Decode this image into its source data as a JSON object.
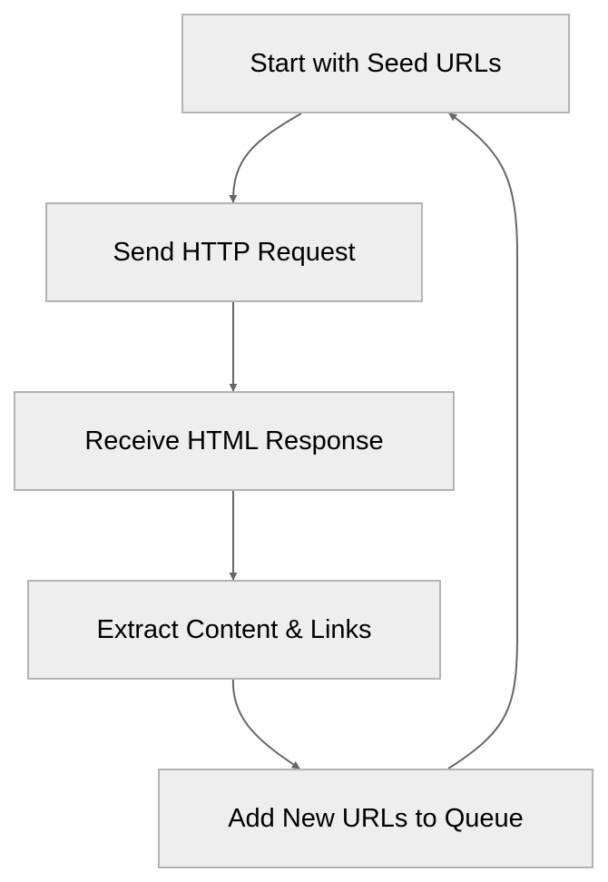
{
  "diagram": {
    "nodes": {
      "start": "Start with Seed URLs",
      "send": "Send HTTP Request",
      "receive": "Receive HTML Response",
      "extract": "Extract Content & Links",
      "add": "Add New URLs to Queue"
    },
    "edges": [
      {
        "from": "start",
        "to": "send"
      },
      {
        "from": "send",
        "to": "receive"
      },
      {
        "from": "receive",
        "to": "extract"
      },
      {
        "from": "extract",
        "to": "add"
      },
      {
        "from": "add",
        "to": "start"
      }
    ],
    "colors": {
      "node_fill": "#eeeeee",
      "node_border": "#b3b3b3",
      "edge": "#666666",
      "text": "#000000"
    }
  }
}
